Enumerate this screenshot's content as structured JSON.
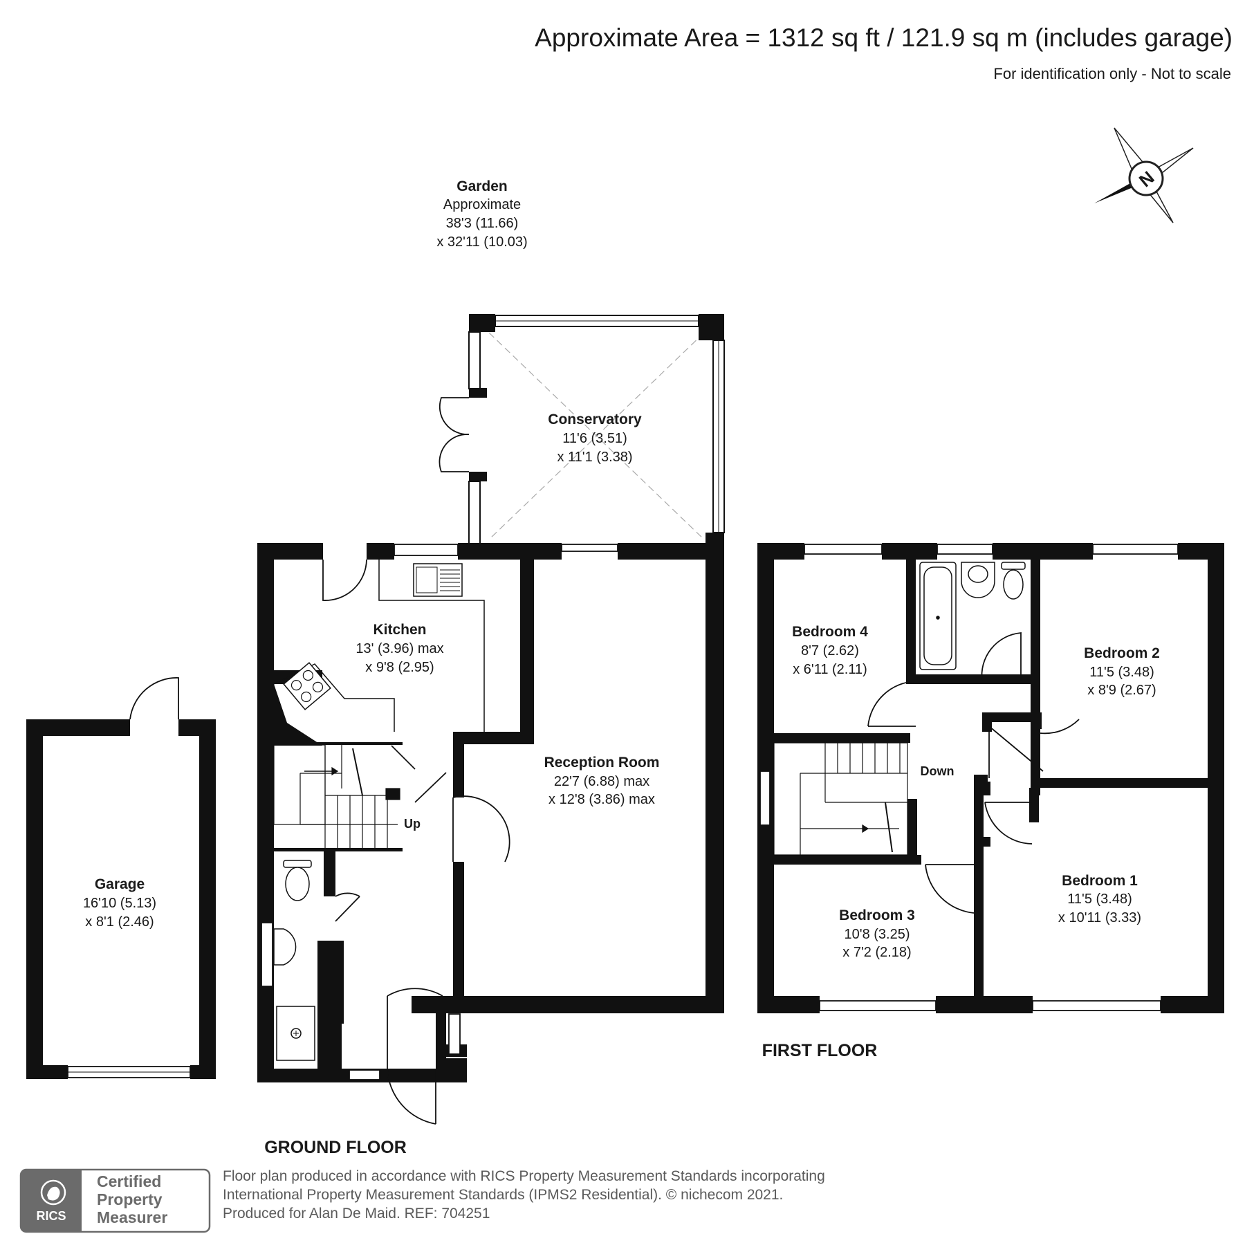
{
  "header": {
    "area": "Approximate Area = 1312 sq ft / 121.9 sq m (includes garage)",
    "disclaimer": "For identification only - Not to scale"
  },
  "compass": {
    "label": "N",
    "icon": "compass-rose-icon"
  },
  "garden": {
    "title": "Garden",
    "line1": "Approximate",
    "line2": "38'3 (11.66)",
    "line3": "x 32'11 (10.03)"
  },
  "rooms": {
    "conservatory": {
      "name": "Conservatory",
      "dim1": "11'6 (3.51)",
      "dim2": "x 11'1 (3.38)"
    },
    "kitchen": {
      "name": "Kitchen",
      "dim1": "13' (3.96) max",
      "dim2": "x 9'8 (2.95)"
    },
    "reception": {
      "name": "Reception Room",
      "dim1": "22'7 (6.88) max",
      "dim2": "x 12'8 (3.86) max"
    },
    "garage": {
      "name": "Garage",
      "dim1": "16'10 (5.13)",
      "dim2": "x 8'1 (2.46)"
    },
    "bedroom4": {
      "name": "Bedroom 4",
      "dim1": "8'7 (2.62)",
      "dim2": "x 6'11 (2.11)"
    },
    "bedroom2": {
      "name": "Bedroom 2",
      "dim1": "11'5 (3.48)",
      "dim2": "x 8'9 (2.67)"
    },
    "bedroom3": {
      "name": "Bedroom 3",
      "dim1": "10'8 (3.25)",
      "dim2": "x 7'2 (2.18)"
    },
    "bedroom1": {
      "name": "Bedroom 1",
      "dim1": "11'5 (3.48)",
      "dim2": "x 10'11 (3.33)"
    }
  },
  "stairs": {
    "up": "Up",
    "down": "Down"
  },
  "floors": {
    "ground": "GROUND FLOOR",
    "first": "FIRST FLOOR"
  },
  "badge": {
    "logo_text": "RICS",
    "line1": "Certified",
    "line2": "Property",
    "line3": "Measurer"
  },
  "footer": {
    "line1": "Floor plan produced in accordance with RICS Property Measurement Standards incorporating",
    "line2": "International Property Measurement Standards (IPMS2 Residential).   © nichecom 2021.",
    "line3": "Produced for Alan De Maid.   REF: 704251"
  },
  "colors": {
    "wall": "#111111",
    "text": "#1a1a1a",
    "footer_text": "#5a5a5a",
    "badge_gray": "#6b6b6b"
  }
}
